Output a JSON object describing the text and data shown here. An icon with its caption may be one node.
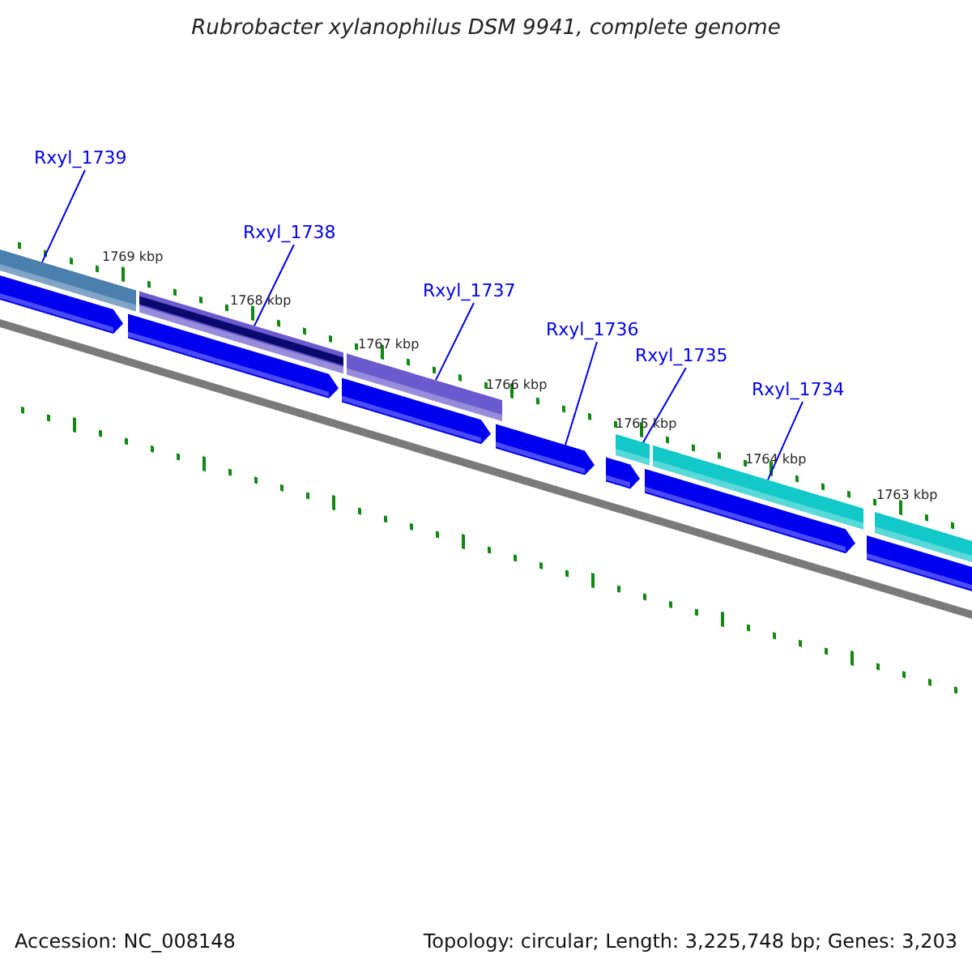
{
  "diagram": {
    "title": "Rubrobacter xylanophilus DSM 9941, complete genome",
    "nodes": [
      {
        "text": [
          "Rxyl_1739"
        ]
      },
      {
        "text": [
          "Rxyl_1738"
        ]
      },
      {
        "text": [
          "Rxyl_1737"
        ]
      },
      {
        "text": [
          "Rxyl_1736"
        ]
      },
      {
        "text": [
          "Rxyl_1735"
        ]
      },
      {
        "text": [
          "Rxyl_1734"
        ]
      },
      {
        "text": [],
        "shape": "bar"
      },
      {
        "text": [],
        "shape": "bar"
      },
      {
        "text": [],
        "shape": "bar"
      },
      {
        "text": [],
        "shape": "bar"
      },
      {
        "text": [],
        "shape": "bar"
      },
      {
        "text": [],
        "shape": "bar"
      },
      {
        "text": [],
        "shape": "bar"
      }
    ],
    "edges": [
      {
        "from": 0,
        "to": 6,
        "arrow": "none"
      },
      {
        "from": 1,
        "to": 7,
        "arrow": "none"
      },
      {
        "from": 2,
        "to": 8,
        "arrow": "none"
      },
      {
        "from": 3,
        "to": 9,
        "arrow": "none"
      },
      {
        "from": 4,
        "to": 10,
        "arrow": "none"
      },
      {
        "from": 5,
        "to": 11,
        "arrow": "none"
      }
    ],
    "labels": [
      "1769 kbp",
      "1768 kbp",
      "1767 kbp",
      "1766 kbp",
      "1765 kbp",
      "1764 kbp",
      "1763 kbp",
      "Accession: NC_008148",
      "Topology: circular; Length: 3,225,748 bp; Genes: 3,203"
    ]
  }
}
